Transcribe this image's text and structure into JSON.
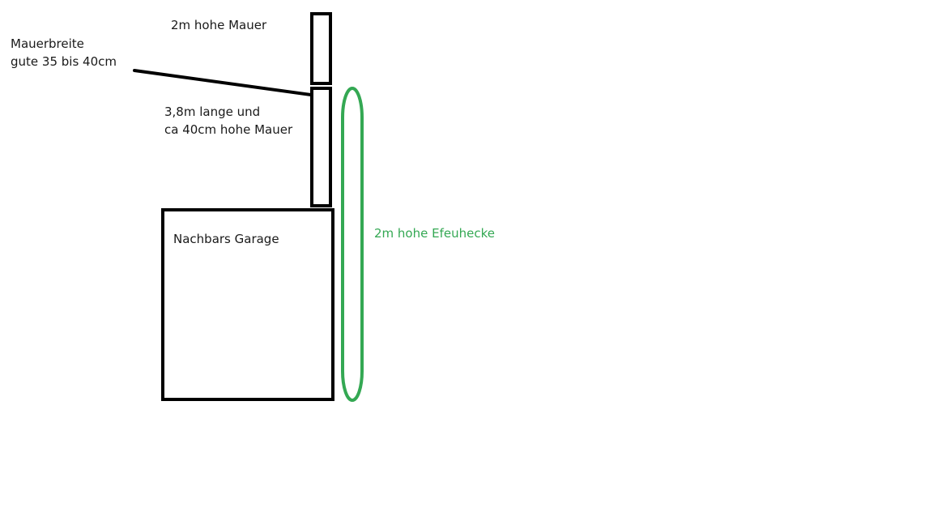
{
  "labels": {
    "mauerbreite_line1": "Mauerbreite",
    "mauerbreite_line2": "gute 35 bis 40cm",
    "hohe_mauer": "2m hohe Mauer",
    "lange_mauer_line1": "3,8m lange und",
    "lange_mauer_line2": "ca 40cm hohe Mauer",
    "garage": "Nachbars Garage",
    "hecke": "2m hohe Efeuhecke"
  },
  "colors": {
    "outline": "#000000",
    "hedge": "#34a853",
    "background": "#ffffff"
  }
}
